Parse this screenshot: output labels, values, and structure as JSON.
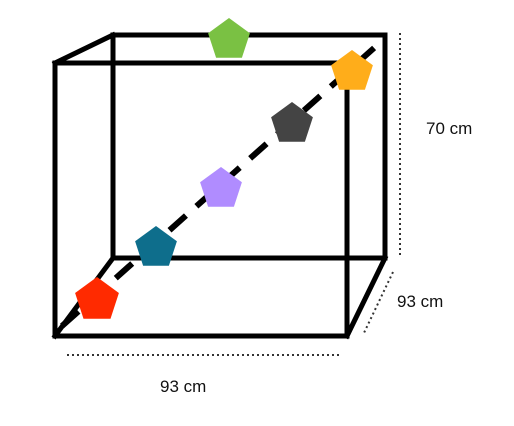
{
  "dimensions": {
    "height_label": "70 cm",
    "depth_label": "93 cm",
    "width_label": "93 cm"
  },
  "colors": {
    "edge": "#000000",
    "dotted": "#333333",
    "pentagons": {
      "red": "#ff2a00",
      "teal": "#0e6e8c",
      "purple": "#b08cff",
      "dark": "#444444",
      "orange": "#ffad1a",
      "green": "#7ac143"
    }
  },
  "markers": [
    {
      "name": "red-pentagon",
      "color": "red"
    },
    {
      "name": "teal-pentagon",
      "color": "teal"
    },
    {
      "name": "purple-pentagon",
      "color": "purple"
    },
    {
      "name": "dark-pentagon",
      "color": "dark"
    },
    {
      "name": "orange-pentagon",
      "color": "orange"
    },
    {
      "name": "green-pentagon",
      "color": "green"
    }
  ]
}
